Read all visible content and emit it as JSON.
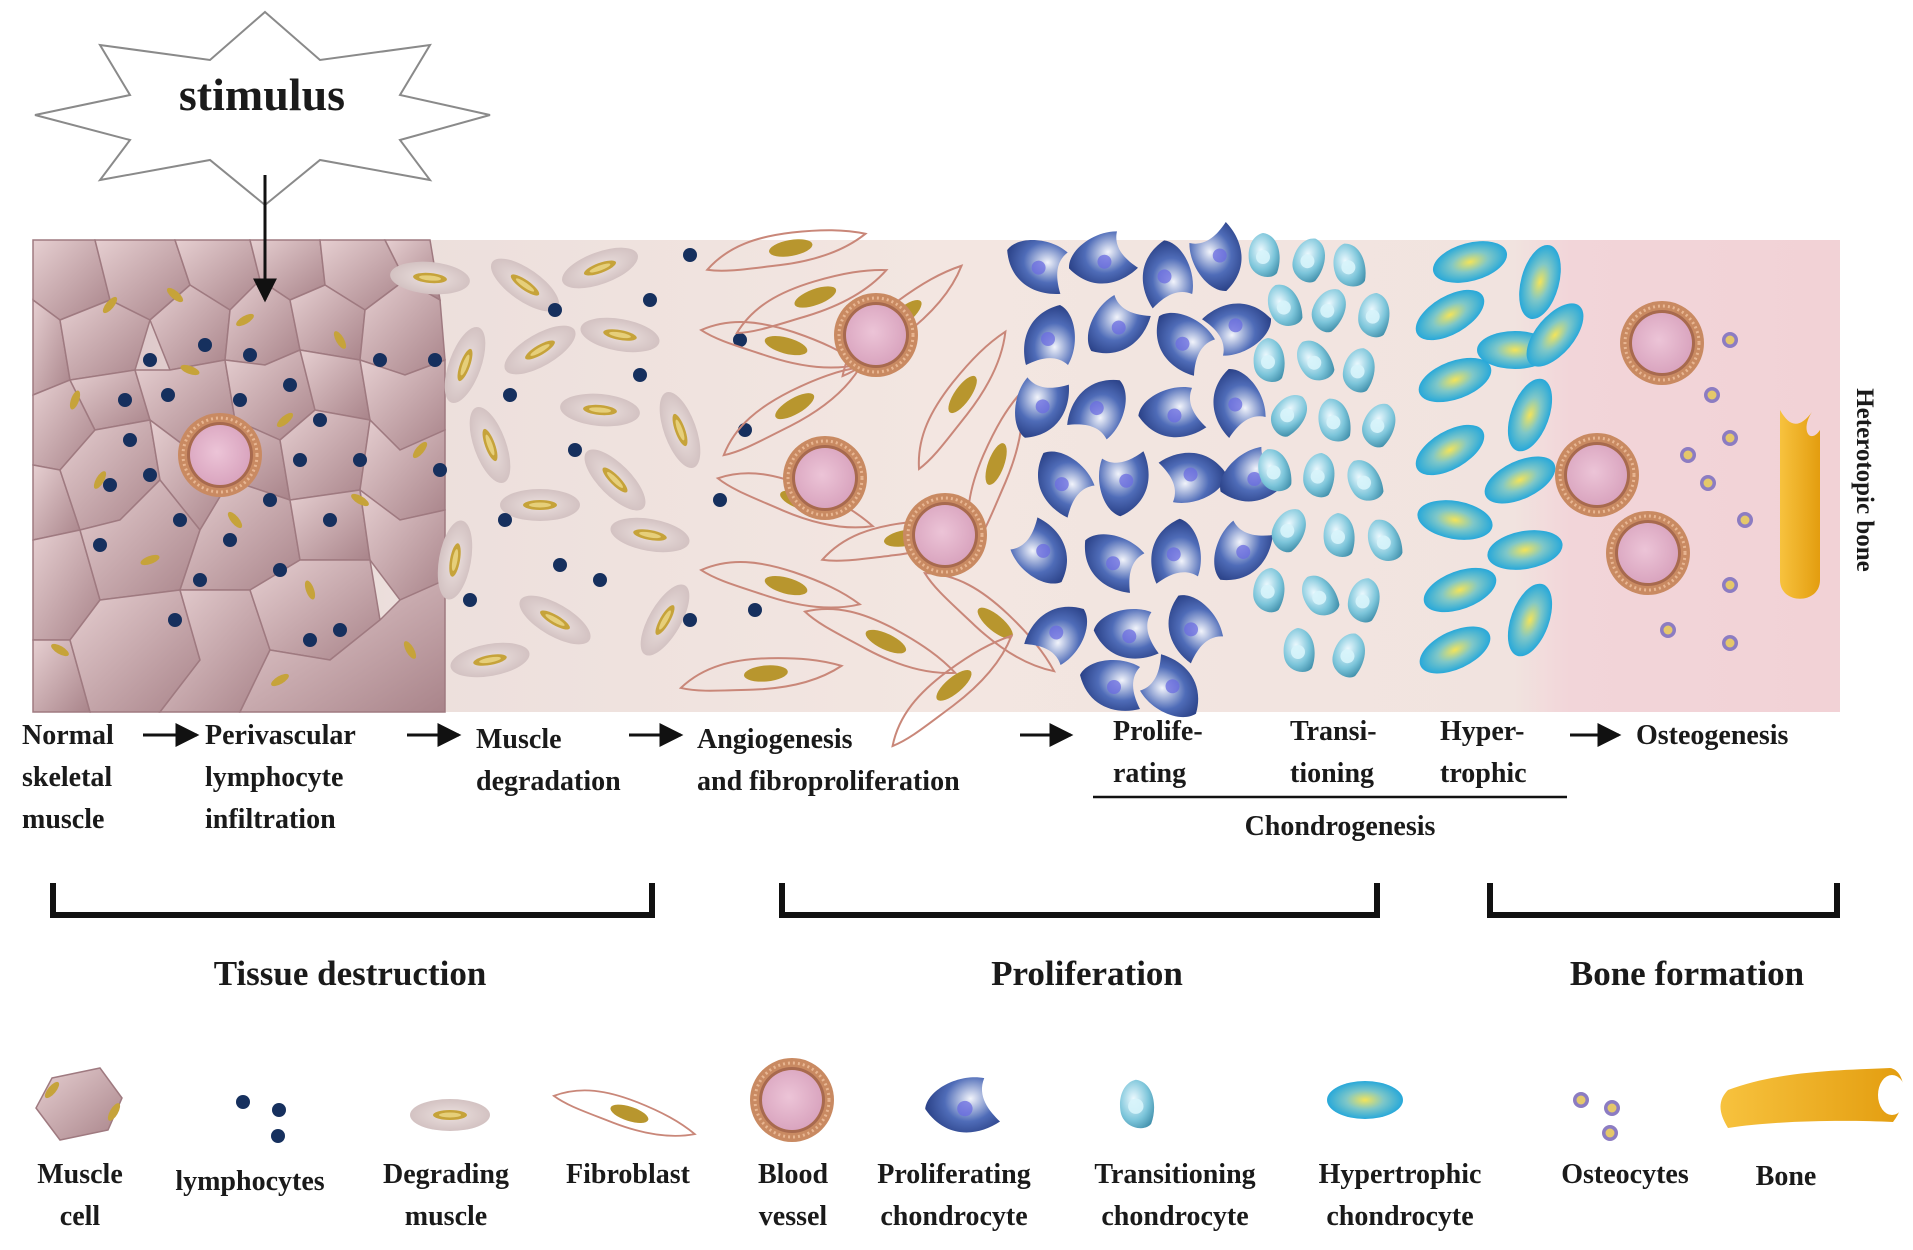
{
  "stimulus": "stimulus",
  "side_label": "Heterotopic bone",
  "stages": {
    "normal": [
      "Normal",
      "skeletal",
      "muscle"
    ],
    "perivascular": [
      "Perivascular",
      "lymphocyte",
      "infiltration"
    ],
    "degradation": [
      "Muscle",
      "degradation"
    ],
    "angiogenesis": [
      "Angiogenesis",
      "and  fibroproliferation"
    ],
    "proliferating": [
      "Prolife-",
      "rating"
    ],
    "transitioning": [
      "Transi-",
      "tioning"
    ],
    "hypertrophic": [
      "Hyper-",
      "trophic"
    ],
    "chondrogenesis": "Chondrogenesis",
    "osteogenesis": "Osteogenesis"
  },
  "phases": {
    "tissue_destruction": "Tissue destruction",
    "proliferation": "Proliferation",
    "bone_formation": "Bone formation"
  },
  "legend": {
    "muscle_cell": [
      "Muscle",
      "cell"
    ],
    "lymphocytes": [
      "lymphocytes"
    ],
    "degrading_muscle": [
      "Degrading",
      "muscle"
    ],
    "fibroblast": [
      "Fibroblast"
    ],
    "blood_vessel": [
      "Blood",
      "vessel"
    ],
    "proliferating_chondrocyte": [
      "Proliferating",
      "chondrocyte"
    ],
    "transitioning_chondrocyte": [
      "Transitioning",
      "chondrocyte"
    ],
    "hypertrophic_chondrocyte": [
      "Hypertrophic",
      "chondrocyte"
    ],
    "osteocytes": [
      "Osteocytes"
    ],
    "bone": [
      "Bone"
    ]
  },
  "colors": {
    "muscle": "#c9a9ad",
    "lymphocyte": "#16305e",
    "fibroblast_nucleus": "#b8962e",
    "vessel_ring": "#c98a62",
    "vessel_fill": "#e2b4c9",
    "proliferating": "#2d4a93",
    "transitioning": "#4fa3b8",
    "hypertrophic": "#1fa8dc",
    "osteocyte": "#8c7cc2",
    "bone": "#eeac18"
  }
}
